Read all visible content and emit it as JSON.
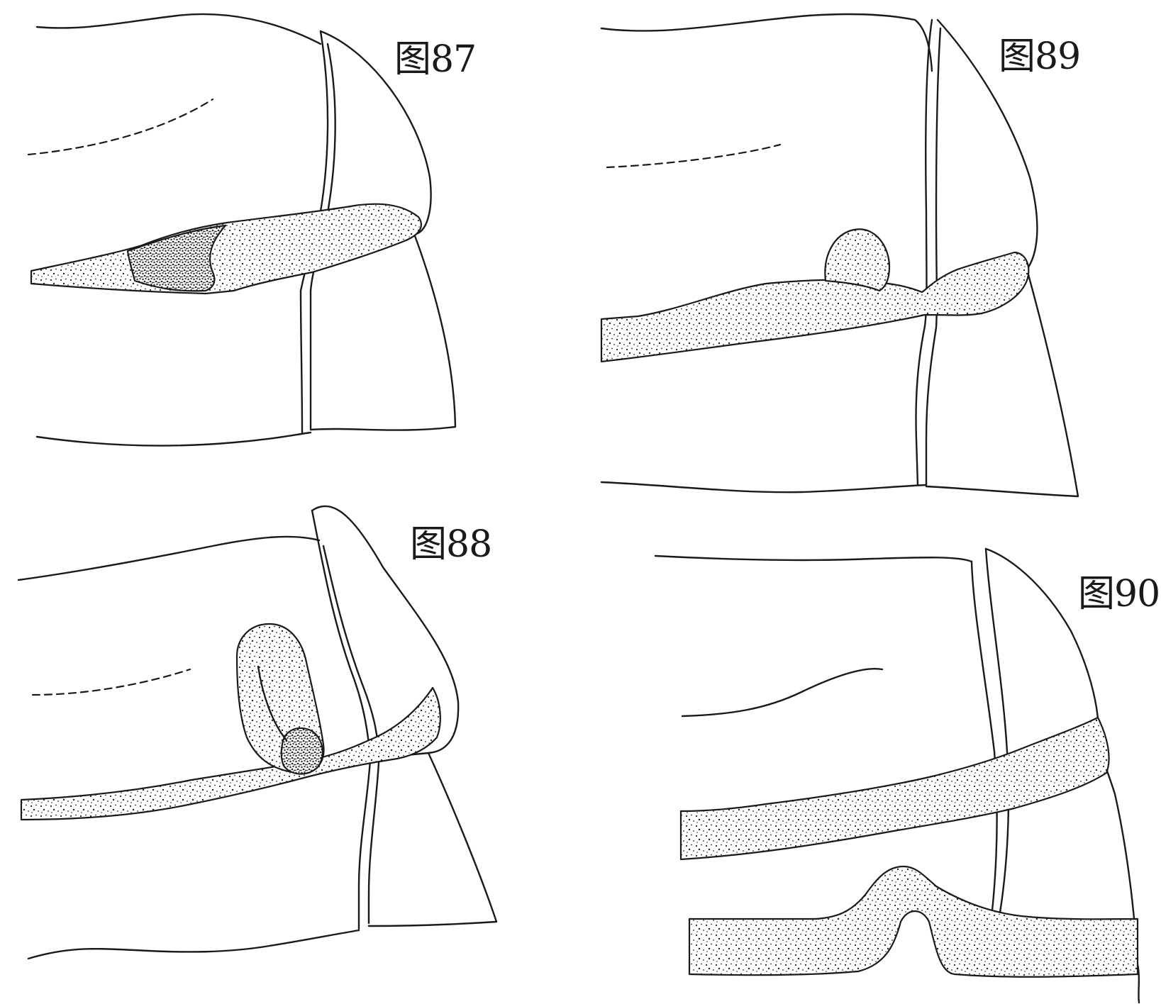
{
  "figures": [
    {
      "id": "fig87",
      "label": "图87"
    },
    {
      "id": "fig88",
      "label": "图88"
    },
    {
      "id": "fig89",
      "label": "图89"
    },
    {
      "id": "fig90",
      "label": "图90"
    }
  ],
  "colors": {
    "ink": "#1a1a1a",
    "paper": "#ffffff"
  }
}
